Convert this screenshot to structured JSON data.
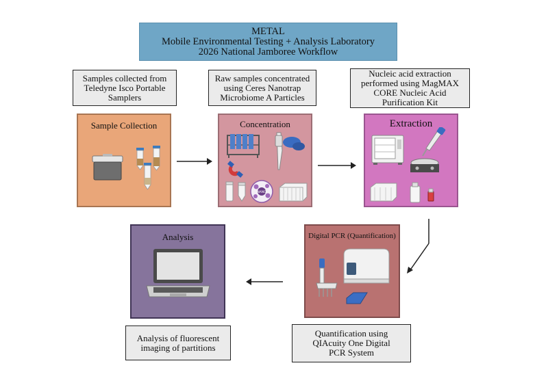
{
  "title": {
    "line1": "METAL",
    "line2": "Mobile Environmental Testing + Analysis Laboratory",
    "line3": "2026 National Jamboree Workflow"
  },
  "steps": [
    {
      "label": "Sample Collection",
      "description": "Samples collected from\nTeledyne Isco Portable\nSamplers",
      "color": "#e9a679"
    },
    {
      "label": "Concentration",
      "description": "Raw samples concentrated\nusing Ceres Nanotrap\nMicrobiome A Particles",
      "color": "#d3969f"
    },
    {
      "label": "Extraction",
      "description": "Nucleic acid extraction\nperformed using MagMAX\nCORE Nucleic Acid\nPurification Kit",
      "color": "#d277c0"
    },
    {
      "label": "Digital PCR (Quantification)",
      "description": "Quantification using\nQIAcuity One Digital\nPCR System",
      "color": "#b97271"
    },
    {
      "label": "Analysis",
      "description": "Analysis of fluorescent\nimaging of partitions",
      "color": "#86749c"
    }
  ],
  "icons": {
    "cooler": "cooler-icon",
    "tubes": "sample-tubes-icon",
    "rack": "tube-rack-icon",
    "pipette": "pipette-icon",
    "magnet": "magnet-icon",
    "particles": "nanoparticles-icon",
    "plate": "well-plate-icon",
    "incubator": "incubator-icon",
    "shaker": "shaker-icon",
    "dpcr": "dpcr-instrument-icon",
    "laptop": "laptop-icon"
  },
  "particle_label": "NANO"
}
